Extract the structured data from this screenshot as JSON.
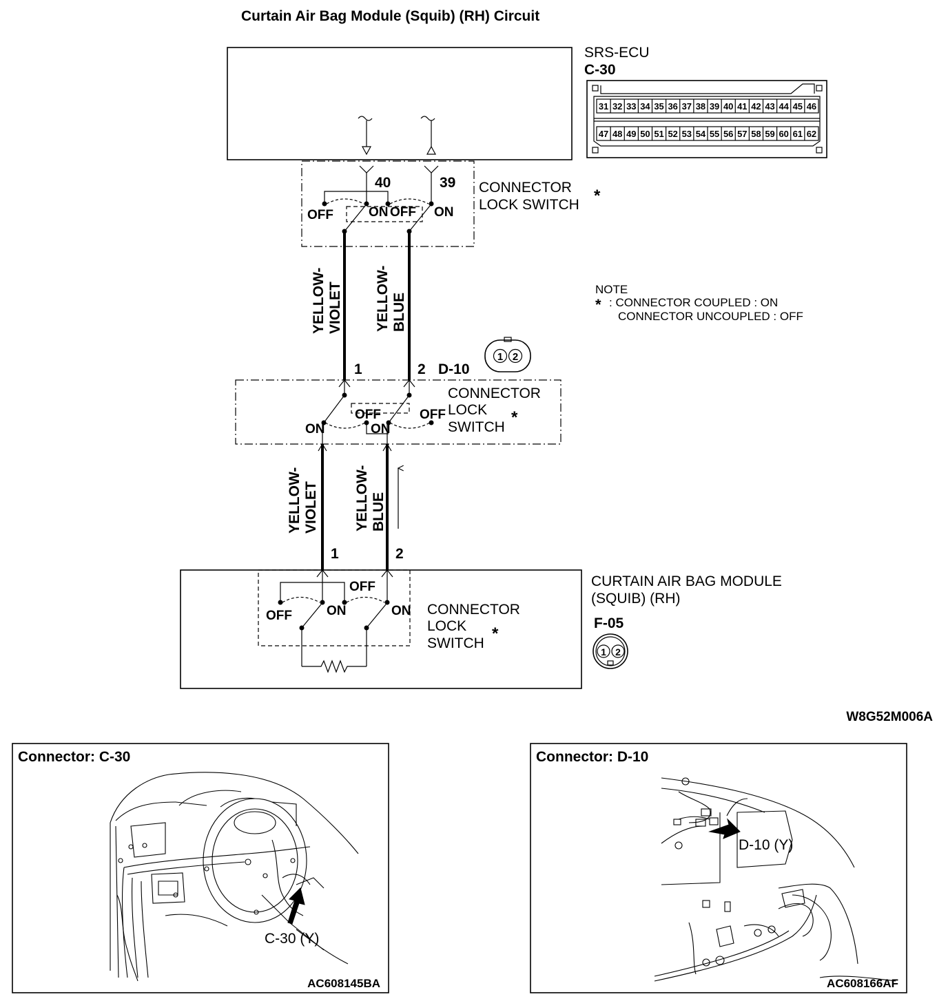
{
  "title": "Curtain Air Bag Module (Squib) (RH) Circuit",
  "ecu": {
    "name": "SRS-ECU",
    "code": "C-30",
    "pins_row1": [
      "31",
      "32",
      "33",
      "34",
      "35",
      "36",
      "37",
      "38",
      "39",
      "40",
      "41",
      "42",
      "43",
      "44",
      "45",
      "46"
    ],
    "pins_row2": [
      "47",
      "48",
      "49",
      "50",
      "51",
      "52",
      "53",
      "54",
      "55",
      "56",
      "57",
      "58",
      "59",
      "60",
      "61",
      "62"
    ],
    "terminal_a": "40",
    "terminal_b": "39"
  },
  "switch_labels": {
    "off": "OFF",
    "on": "ON"
  },
  "lock_switch_top": {
    "line1": "CONNECTOR",
    "line2": "LOCK SWITCH",
    "mark": "*"
  },
  "wires_upper": {
    "left_line1": "YELLOW-",
    "left_line2": "VIOLET",
    "right_line1": "YELLOW-",
    "right_line2": "BLUE"
  },
  "note": {
    "heading": "NOTE",
    "mark": "*",
    "line1": ": CONNECTOR COUPLED : ON",
    "line2": "CONNECTOR UNCOUPLED : OFF"
  },
  "mid_connector": {
    "code": "D-10",
    "pin1": "1",
    "pin2": "2",
    "line1": "CONNECTOR",
    "line2": "LOCK",
    "line3": "SWITCH",
    "mark": "*"
  },
  "wires_lower": {
    "left_line1": "YELLOW-",
    "left_line2": "VIOLET",
    "right_line1": "YELLOW-",
    "right_line2": "BLUE"
  },
  "module": {
    "line1": "CURTAIN AIR BAG MODULE",
    "line2": "(SQUIB) (RH)",
    "code": "F-05",
    "pin1": "1",
    "pin2": "2",
    "switch_line1": "CONNECTOR",
    "switch_line2": "LOCK",
    "switch_line3": "SWITCH",
    "mark": "*"
  },
  "diagram_code": "W8G52M006A",
  "panel_left": {
    "title": "Connector: C-30",
    "callout": "C-30 (Y)",
    "code": "AC608145BA"
  },
  "panel_right": {
    "title": "Connector: D-10",
    "callout": "D-10 (Y)",
    "code": "AC608166AF"
  }
}
